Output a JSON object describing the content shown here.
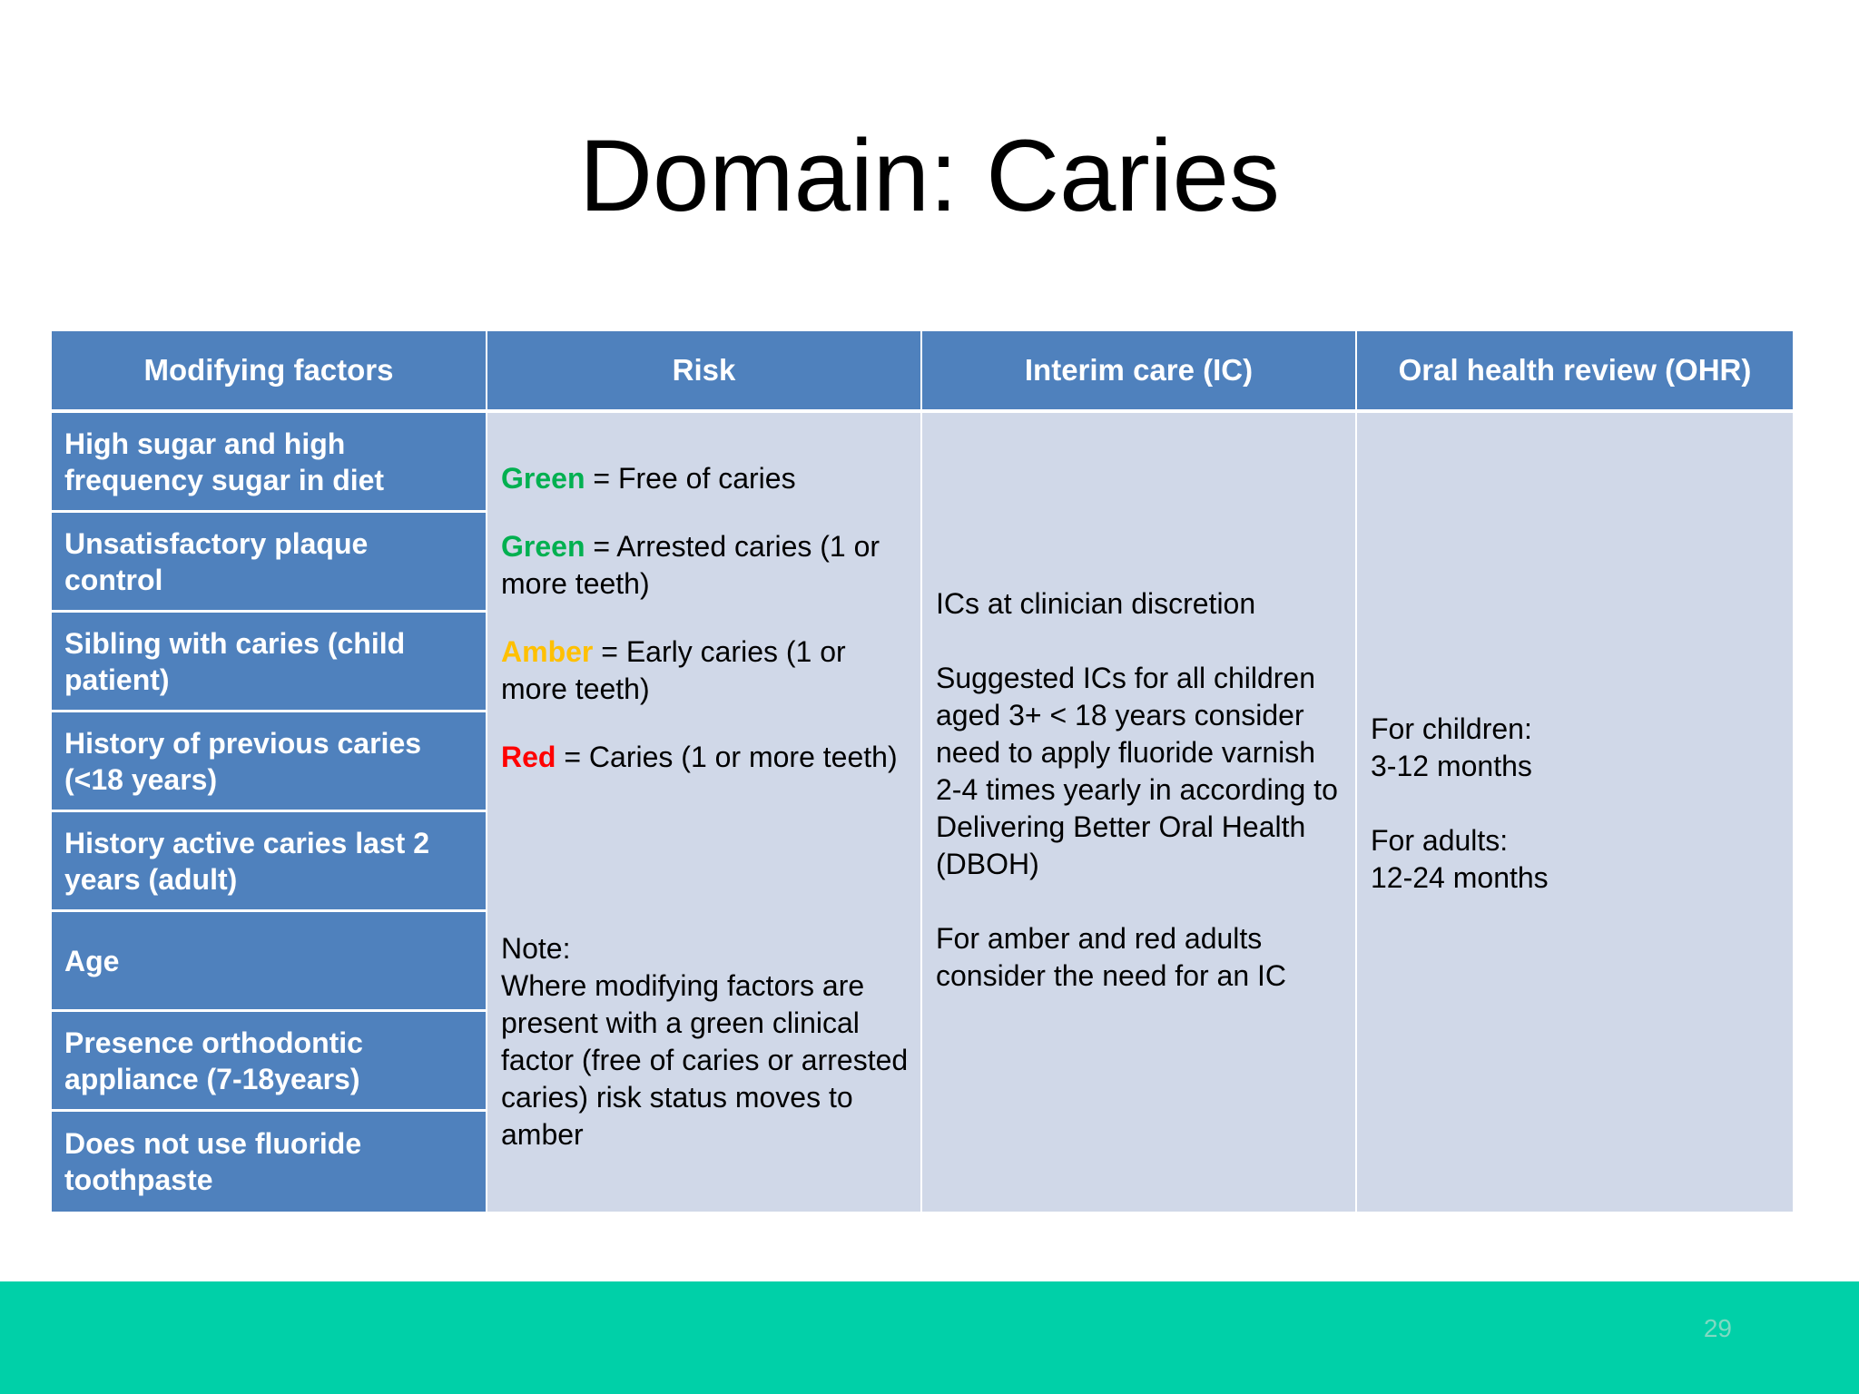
{
  "slide": {
    "title": "Domain: Caries",
    "page_number": "29"
  },
  "table": {
    "headers": [
      "Modifying factors",
      "Risk",
      "Interim care (IC)",
      "Oral health review (OHR)"
    ],
    "modifying_factors": [
      "High sugar and high frequency sugar in diet",
      "Unsatisfactory plaque control",
      "Sibling with caries (child patient)",
      "History of previous caries (<18 years)",
      "History active caries last 2 years (adult)",
      "Age",
      "Presence orthodontic appliance (7-18years)",
      "Does not use fluoride toothpaste"
    ],
    "risk": [
      {
        "level": "Green",
        "sep": " = ",
        "text": "Free of caries"
      },
      {
        "level": "Green",
        "sep": " = ",
        "text": "Arrested caries (1 or more teeth)"
      },
      {
        "level": "Amber",
        "sep": " = ",
        "text": "Early caries (1 or more teeth)"
      },
      {
        "level": "Red",
        "sep": " = ",
        "text": "Caries (1 or more teeth)"
      }
    ],
    "risk_note_label": "Note:",
    "risk_note": "Where modifying factors are present with a green clinical factor (free of caries or arrested caries) risk status moves to amber",
    "interim_care": [
      "ICs at clinician discretion",
      "Suggested ICs for all children aged 3+ < 18 years consider need to apply fluoride varnish 2-4 times yearly in according to Delivering Better Oral Health (DBOH)",
      "For amber and red adults consider the need for an IC"
    ],
    "ohr": [
      {
        "label": "For children:",
        "value": "3-12 months"
      },
      {
        "label": "For adults:",
        "value": "12-24 months"
      }
    ]
  },
  "colors": {
    "header_blue": "#4f81bd",
    "body_light": "#d0d8e8",
    "green": "#00b050",
    "amber": "#ffc000",
    "red": "#ff0000",
    "footer_teal": "#00d0a8"
  }
}
